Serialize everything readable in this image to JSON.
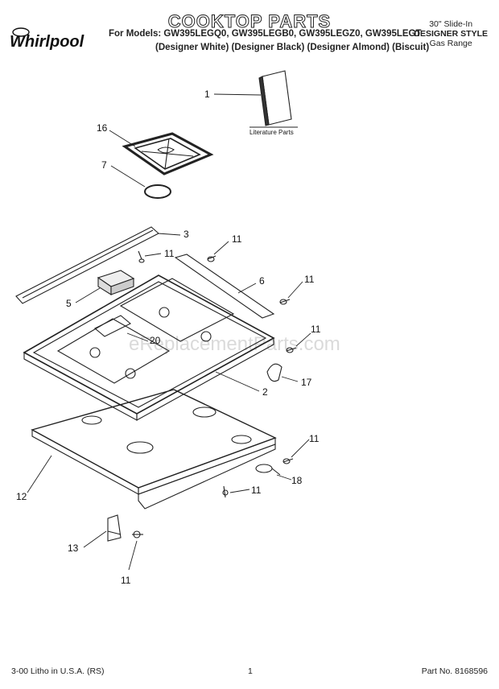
{
  "header": {
    "brand": "Whirlpool",
    "title": "COOKTOP PARTS",
    "models_line": "For Models: GW395LEGQ0, GW395LEGB0, GW395LEGZ0, GW395LEGT",
    "colors_line": "(Designer White) (Designer Black) (Designer Almond) (Biscuit)",
    "right_line1": "30\" Slide-In",
    "right_line2": "DESIGNER STYLE",
    "right_line3": "Gas Range"
  },
  "watermark": "eReplacementParts.com",
  "literature_label": "Literature Parts",
  "callouts": {
    "c1": "1",
    "c16": "16",
    "c7": "7",
    "c3": "3",
    "c11a": "11",
    "c11b": "11",
    "c6": "6",
    "c11c": "11",
    "c5": "5",
    "c20": "20",
    "c11d": "11",
    "c17": "17",
    "c2": "2",
    "c11e": "11",
    "c12": "12",
    "c18": "18",
    "c11f": "11",
    "c13": "13",
    "c11g": "11"
  },
  "footer": {
    "left": "3-00 Litho in U.S.A. (RS)",
    "middle": "1",
    "right": "Part No. 8168596"
  },
  "icons": {
    "logo": "whirlpool-logo"
  }
}
